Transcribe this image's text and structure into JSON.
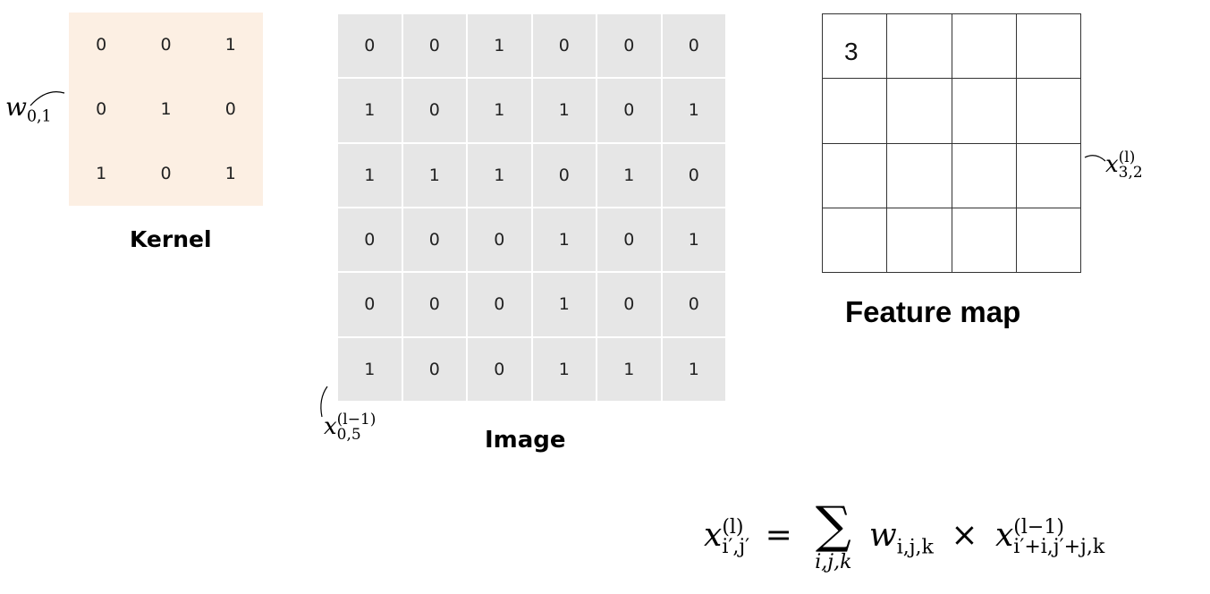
{
  "kernel": {
    "caption": "Kernel",
    "rows": [
      [
        "0",
        "0",
        "1"
      ],
      [
        "0",
        "1",
        "0"
      ],
      [
        "1",
        "0",
        "1"
      ]
    ],
    "annotation": {
      "base": "w",
      "subscript": "0,1"
    }
  },
  "image": {
    "caption": "Image",
    "rows": [
      [
        "0",
        "0",
        "1",
        "0",
        "0",
        "0"
      ],
      [
        "1",
        "0",
        "1",
        "1",
        "0",
        "1"
      ],
      [
        "1",
        "1",
        "1",
        "0",
        "1",
        "0"
      ],
      [
        "0",
        "0",
        "0",
        "1",
        "0",
        "1"
      ],
      [
        "0",
        "0",
        "0",
        "1",
        "0",
        "0"
      ],
      [
        "1",
        "0",
        "0",
        "1",
        "1",
        "1"
      ]
    ],
    "annotation": {
      "base": "x",
      "superscript": "(l−1)",
      "subscript": "0,5"
    }
  },
  "feature_map": {
    "caption": "Feature map",
    "rows": [
      [
        "3",
        "",
        "",
        ""
      ],
      [
        "",
        "",
        "",
        ""
      ],
      [
        "",
        "",
        "",
        ""
      ],
      [
        "",
        "",
        "",
        ""
      ]
    ],
    "annotation": {
      "base": "x",
      "superscript": "(l)",
      "subscript": "3,2"
    }
  },
  "formula": {
    "lhs_base": "x",
    "lhs_sup": "(l)",
    "lhs_sub": "i′,j′",
    "equals": "=",
    "sum_symbol": "∑",
    "sum_limits": "i,j,k",
    "w_base": "w",
    "w_sub": "i,j,k",
    "times": "×",
    "rhs_base": "x",
    "rhs_sup": "(l−1)",
    "rhs_sub": "i′+i,j′+j,k"
  },
  "colors": {
    "kernel_bg": "#fcefe3",
    "image_cell_bg": "#e6e6e6",
    "grid_line": "#333333"
  }
}
